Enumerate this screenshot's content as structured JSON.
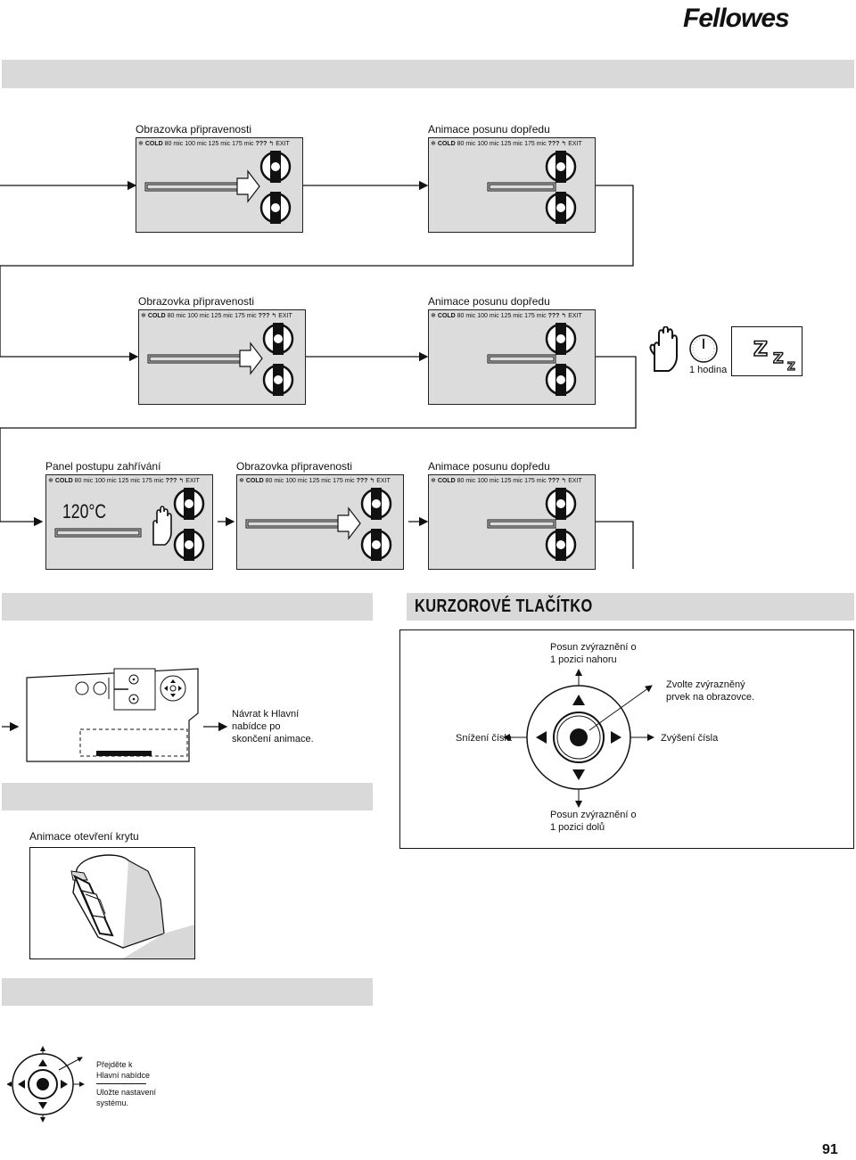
{
  "brand": {
    "logo_text": "Fellowes"
  },
  "lcd_status": {
    "cold": "COLD",
    "s80": "80 mic",
    "s100": "100 mic",
    "s125": "125 mic",
    "s175": "175 mic",
    "unknown": "???",
    "exit": "EXIT"
  },
  "row1": {
    "left_caption": "Obrazovka připravenosti",
    "right_caption": "Animace posunu dopředu"
  },
  "row2": {
    "left_caption": "Obrazovka připravenosti",
    "right_caption": "Animace posunu dopředu",
    "timer_label": "1 hodina",
    "sleep_symbol": "z z z"
  },
  "row3": {
    "left_caption": "Panel postupu zahřívání",
    "mid_caption": "Obrazovka připravenosti",
    "right_caption": "Animace posunu dopředu",
    "temperature": "120°C"
  },
  "cursor_section": {
    "heading": "KURZOROVÉ TLAČÍTKO",
    "up_label_1": "Posun zvýraznění o",
    "up_label_2": "1 pozici nahoru",
    "select_label_1": "Zvolte zvýrazněný",
    "select_label_2": "prvek na obrazovce.",
    "left_label": "Snížení čísla",
    "right_label": "Zvýšení čísla",
    "down_label_1": "Posun zvýraznění o",
    "down_label_2": "1 pozici dolů"
  },
  "return_note": {
    "line1": "Návrat k Hlavní",
    "line2": "nabídce po",
    "line3": "skončení animace."
  },
  "cover_section": {
    "caption": "Animace otevření krytu"
  },
  "bottom_section": {
    "note1_line1": "Přejděte k",
    "note1_line2": "Hlavní nabídce",
    "note2_line1": "Uložte nastavení",
    "note2_line2": "systému."
  },
  "page_number": "91"
}
